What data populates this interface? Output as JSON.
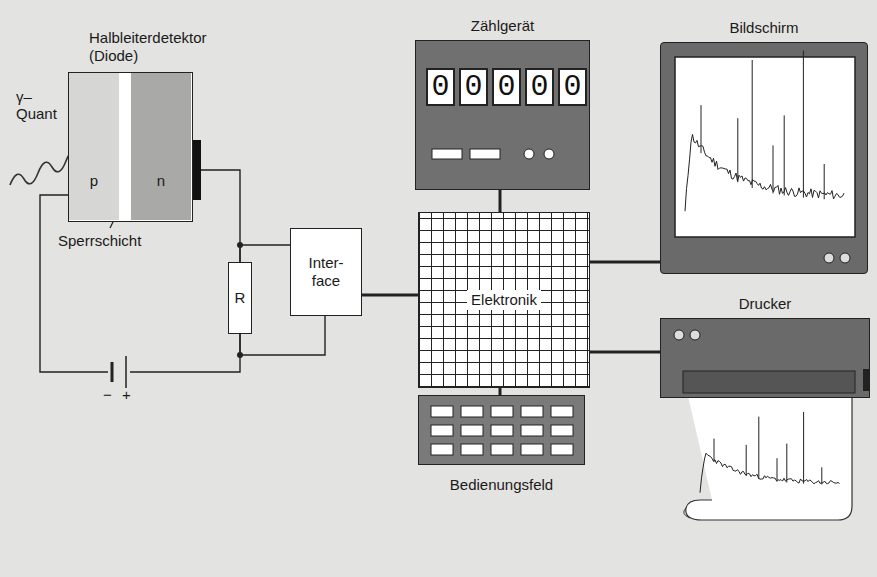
{
  "diagram": {
    "nodes": [
      {
        "text": [
          "Halbleiterdetektor (Diode)"
        ]
      },
      {
        "text": [
          "p"
        ],
        "in": 0
      },
      {
        "text": [
          "n"
        ],
        "in": 0
      },
      {
        "text": [
          "R"
        ]
      },
      {
        "text": [
          "Inter- face"
        ]
      },
      {
        "text": [
          "Zählgerät"
        ]
      },
      {
        "text": [
          "Elektronik"
        ]
      },
      {
        "text": [
          "Bildschirm"
        ]
      },
      {
        "text": [
          "Drucker"
        ]
      },
      {
        "text": [
          "Bedienungsfeld"
        ]
      }
    ],
    "edges": [
      {
        "from": 6,
        "to": 5,
        "arrow": "none"
      },
      {
        "from": 6,
        "to": 7,
        "arrow": "none"
      },
      {
        "from": 6,
        "to": 8,
        "arrow": "none"
      },
      {
        "from": 6,
        "to": 9,
        "arrow": "none"
      },
      {
        "from": 4,
        "to": 6,
        "arrow": "none"
      },
      {
        "from": 2,
        "to": 3,
        "arrow": "none"
      },
      {
        "from": 1,
        "to": 3,
        "arrow": "none"
      },
      {
        "from": 3,
        "to": 4,
        "arrow": "none"
      },
      {
        "from": 3,
        "to": 4,
        "arrow": "none"
      }
    ],
    "labels": [
      "γ– Quant",
      "Sperrschicht",
      "−",
      "+",
      "0",
      "0",
      "0",
      "0",
      "0"
    ]
  }
}
